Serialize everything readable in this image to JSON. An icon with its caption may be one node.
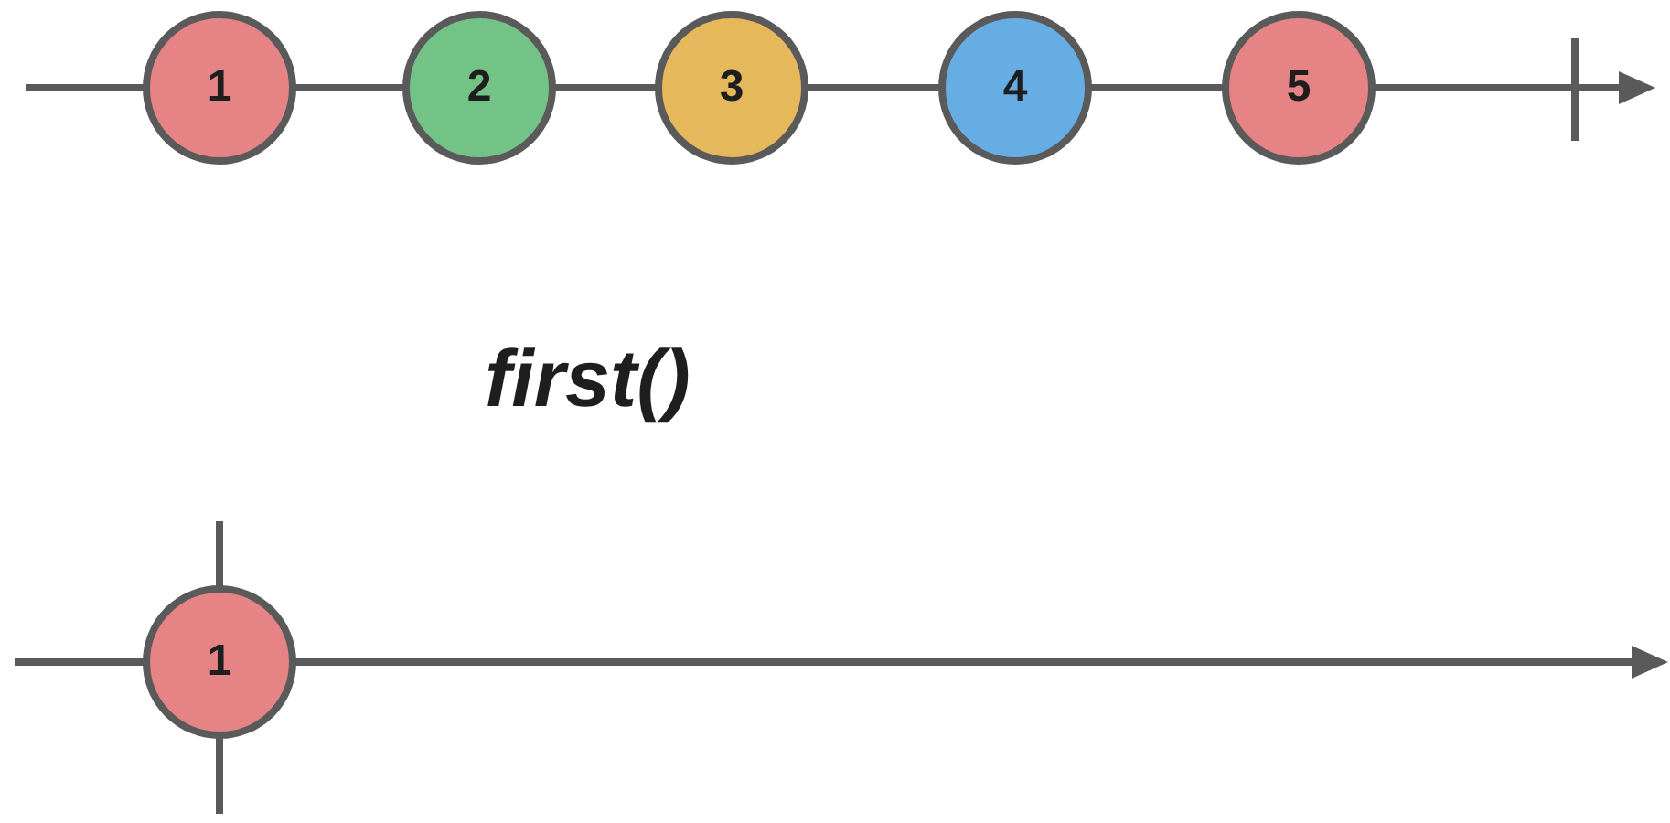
{
  "diagram": {
    "title": "first()",
    "nodes": [
      {
        "text": [
          "1"
        ]
      },
      {
        "text": [
          "2"
        ]
      },
      {
        "text": [
          "3"
        ]
      },
      {
        "text": [
          "4"
        ]
      },
      {
        "text": [
          "5"
        ]
      },
      {
        "text": [
          "1"
        ]
      }
    ]
  }
}
